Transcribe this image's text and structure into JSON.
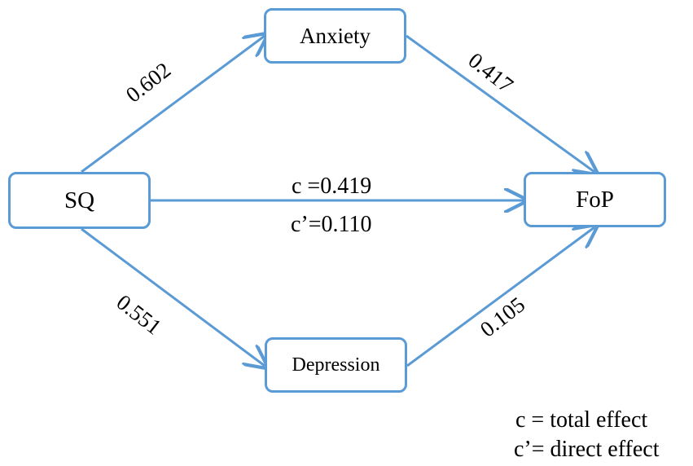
{
  "nodes": {
    "sq": "SQ",
    "anxiety": "Anxiety",
    "depression": "Depression",
    "fop": "FoP"
  },
  "paths": {
    "sq_anxiety": "0.602",
    "anxiety_fop": "0.417",
    "sq_depression": "0.551",
    "depression_fop": "0.105",
    "total": "c =0.419",
    "direct": "c’=0.110"
  },
  "legend": {
    "total": "c = total effect",
    "direct": "c’= direct effect"
  },
  "colors": {
    "accent": "#5b9bd5",
    "text": "#000000",
    "background": "#ffffff"
  }
}
